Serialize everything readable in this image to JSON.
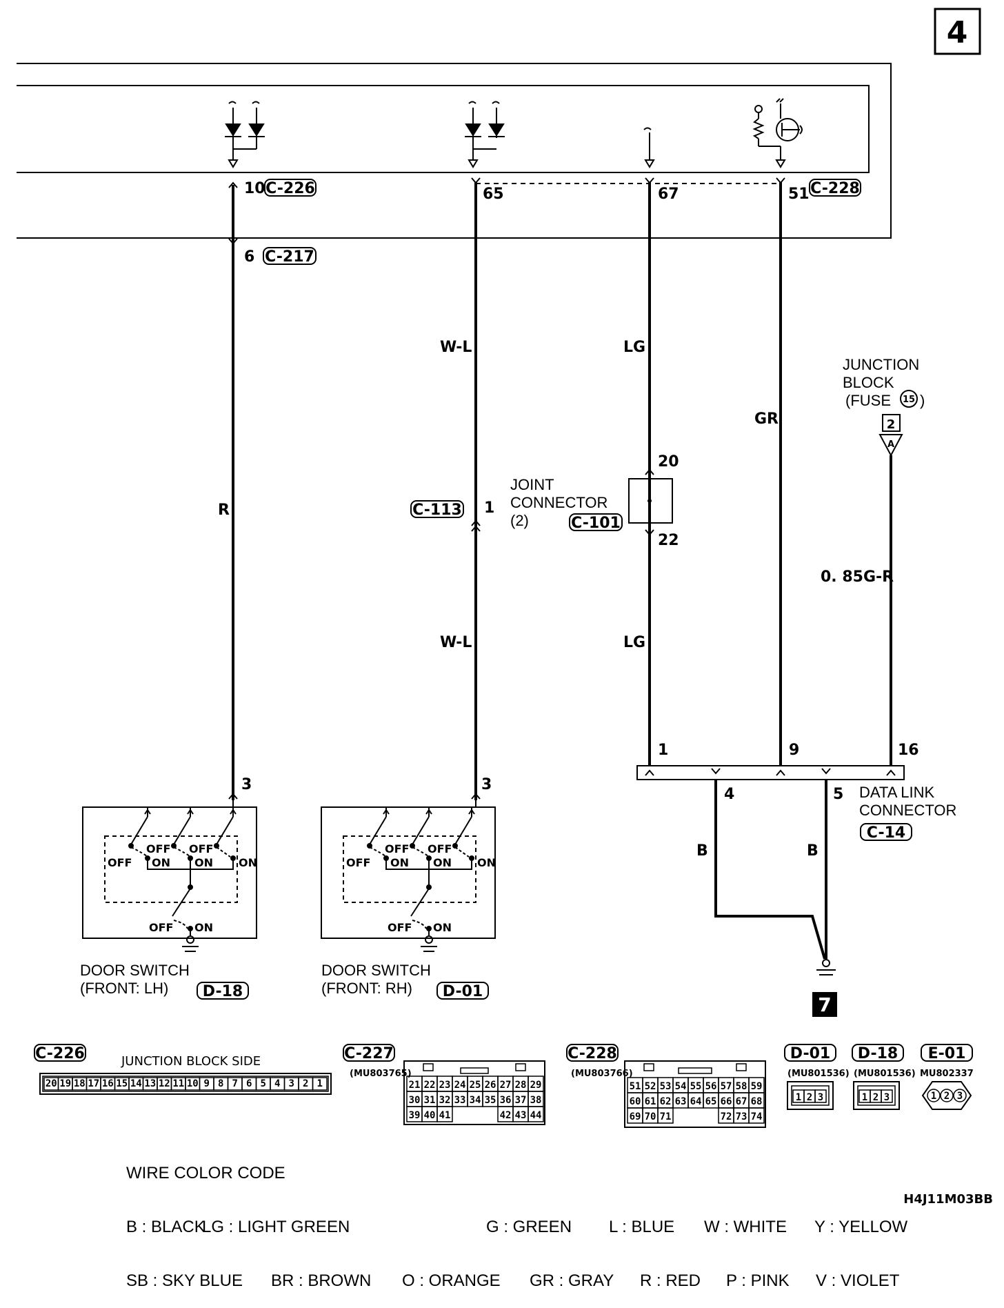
{
  "page_number": "4",
  "image_code": "H4J11M03BB",
  "ground_box": "7",
  "connectors": {
    "c226": "C-226",
    "c217": "C-217",
    "c228": "C-228",
    "c113": "C-113",
    "c101": "C-101",
    "c14": "C-14",
    "d18": "D-18",
    "d01": "D-01",
    "c227": "C-227",
    "e01": "E-01"
  },
  "pins": {
    "p10": "10",
    "p6": "6",
    "p65": "65",
    "p67": "67",
    "p51": "51",
    "p1_c113": "1",
    "p20": "20",
    "p22": "22",
    "p3_lh": "3",
    "p3_rh": "3",
    "p1_dlc": "1",
    "p9": "9",
    "p16": "16",
    "p4": "4",
    "p5": "5"
  },
  "wire_colors": {
    "r": "R",
    "wl1": "W-L",
    "wl2": "W-L",
    "lg1": "LG",
    "lg2": "LG",
    "gr": "GR",
    "gr_085": "0. 85G-R",
    "b1": "B",
    "b2": "B"
  },
  "labels": {
    "junction_block_1": "JUNCTION",
    "junction_block_2": "BLOCK",
    "junction_block_3": "(FUSE",
    "junction_block_3_close": ")",
    "fuse_num": "15",
    "jb_connector": "2",
    "jb_arrow": "A",
    "joint_connector_1": "JOINT",
    "joint_connector_2": "CONNECTOR",
    "joint_connector_3": "(2)",
    "dlc_1": "DATA LINK",
    "dlc_2": "CONNECTOR",
    "door_lh_1": "DOOR SWITCH",
    "door_lh_2": "(FRONT: LH)",
    "door_rh_1": "DOOR SWITCH",
    "door_rh_2": "(FRONT: RH)",
    "off": "OFF",
    "on": "ON",
    "jb_side": "JUNCTION BLOCK SIDE",
    "c227_part": "(MU803765)",
    "c228_part": "(MU803766)",
    "d01_part": "(MU801536)",
    "d18_part": "(MU801536)",
    "e01_part": "MU802337"
  },
  "c226_pins": [
    "20",
    "19",
    "18",
    "17",
    "16",
    "15",
    "14",
    "13",
    "12",
    "11",
    "10",
    "9",
    "8",
    "7",
    "6",
    "5",
    "4",
    "3",
    "2",
    "1"
  ],
  "c227_rows": [
    [
      "21",
      "22",
      "23",
      "24",
      "25",
      "26",
      "27",
      "28",
      "29"
    ],
    [
      "30",
      "31",
      "32",
      "33",
      "34",
      "35",
      "36",
      "37",
      "38"
    ],
    [
      "39",
      "40",
      "41",
      "",
      "",
      "",
      "42",
      "43",
      "44"
    ]
  ],
  "c228_rows": [
    [
      "51",
      "52",
      "53",
      "54",
      "55",
      "56",
      "57",
      "58",
      "59"
    ],
    [
      "60",
      "61",
      "62",
      "63",
      "64",
      "65",
      "66",
      "67",
      "68"
    ],
    [
      "69",
      "70",
      "71",
      "",
      "",
      "",
      "72",
      "73",
      "74"
    ]
  ],
  "d_pins": [
    "1",
    "2",
    "3"
  ],
  "wire_color_code": {
    "title": "WIRE COLOR CODE",
    "row1": [
      "B : BLACK",
      "LG : LIGHT GREEN",
      "G : GREEN",
      "L : BLUE",
      "W : WHITE",
      "Y : YELLOW"
    ],
    "row2": [
      "SB : SKY BLUE",
      "BR : BROWN",
      "O : ORANGE",
      "GR : GRAY",
      "R : RED",
      "P : PINK",
      "V : VIOLET"
    ]
  }
}
